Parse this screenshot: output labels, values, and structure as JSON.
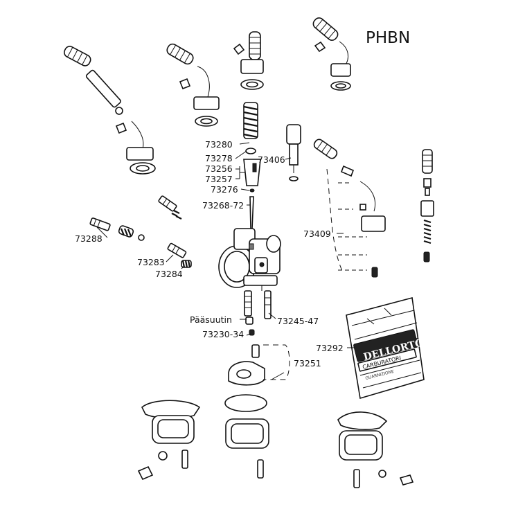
{
  "title": "PHBN",
  "labels": {
    "l73280": "73280",
    "l73278": "73278",
    "l73256": "73256",
    "l73257": "73257",
    "l73276": "73276",
    "l73268": "73268-72",
    "l73406": "73406",
    "l73409": "73409",
    "l73288": "73288",
    "l73283": "73283",
    "l73284": "73284",
    "paasuutin": "Pääsuutin",
    "l73245": "73245-47",
    "l73230": "73230-34",
    "l73292": "73292",
    "l73251": "73251"
  },
  "package": {
    "brand": "DELLORTO",
    "subtitle": "CARBURATORI",
    "small_text": "GUARNIZIONE"
  }
}
